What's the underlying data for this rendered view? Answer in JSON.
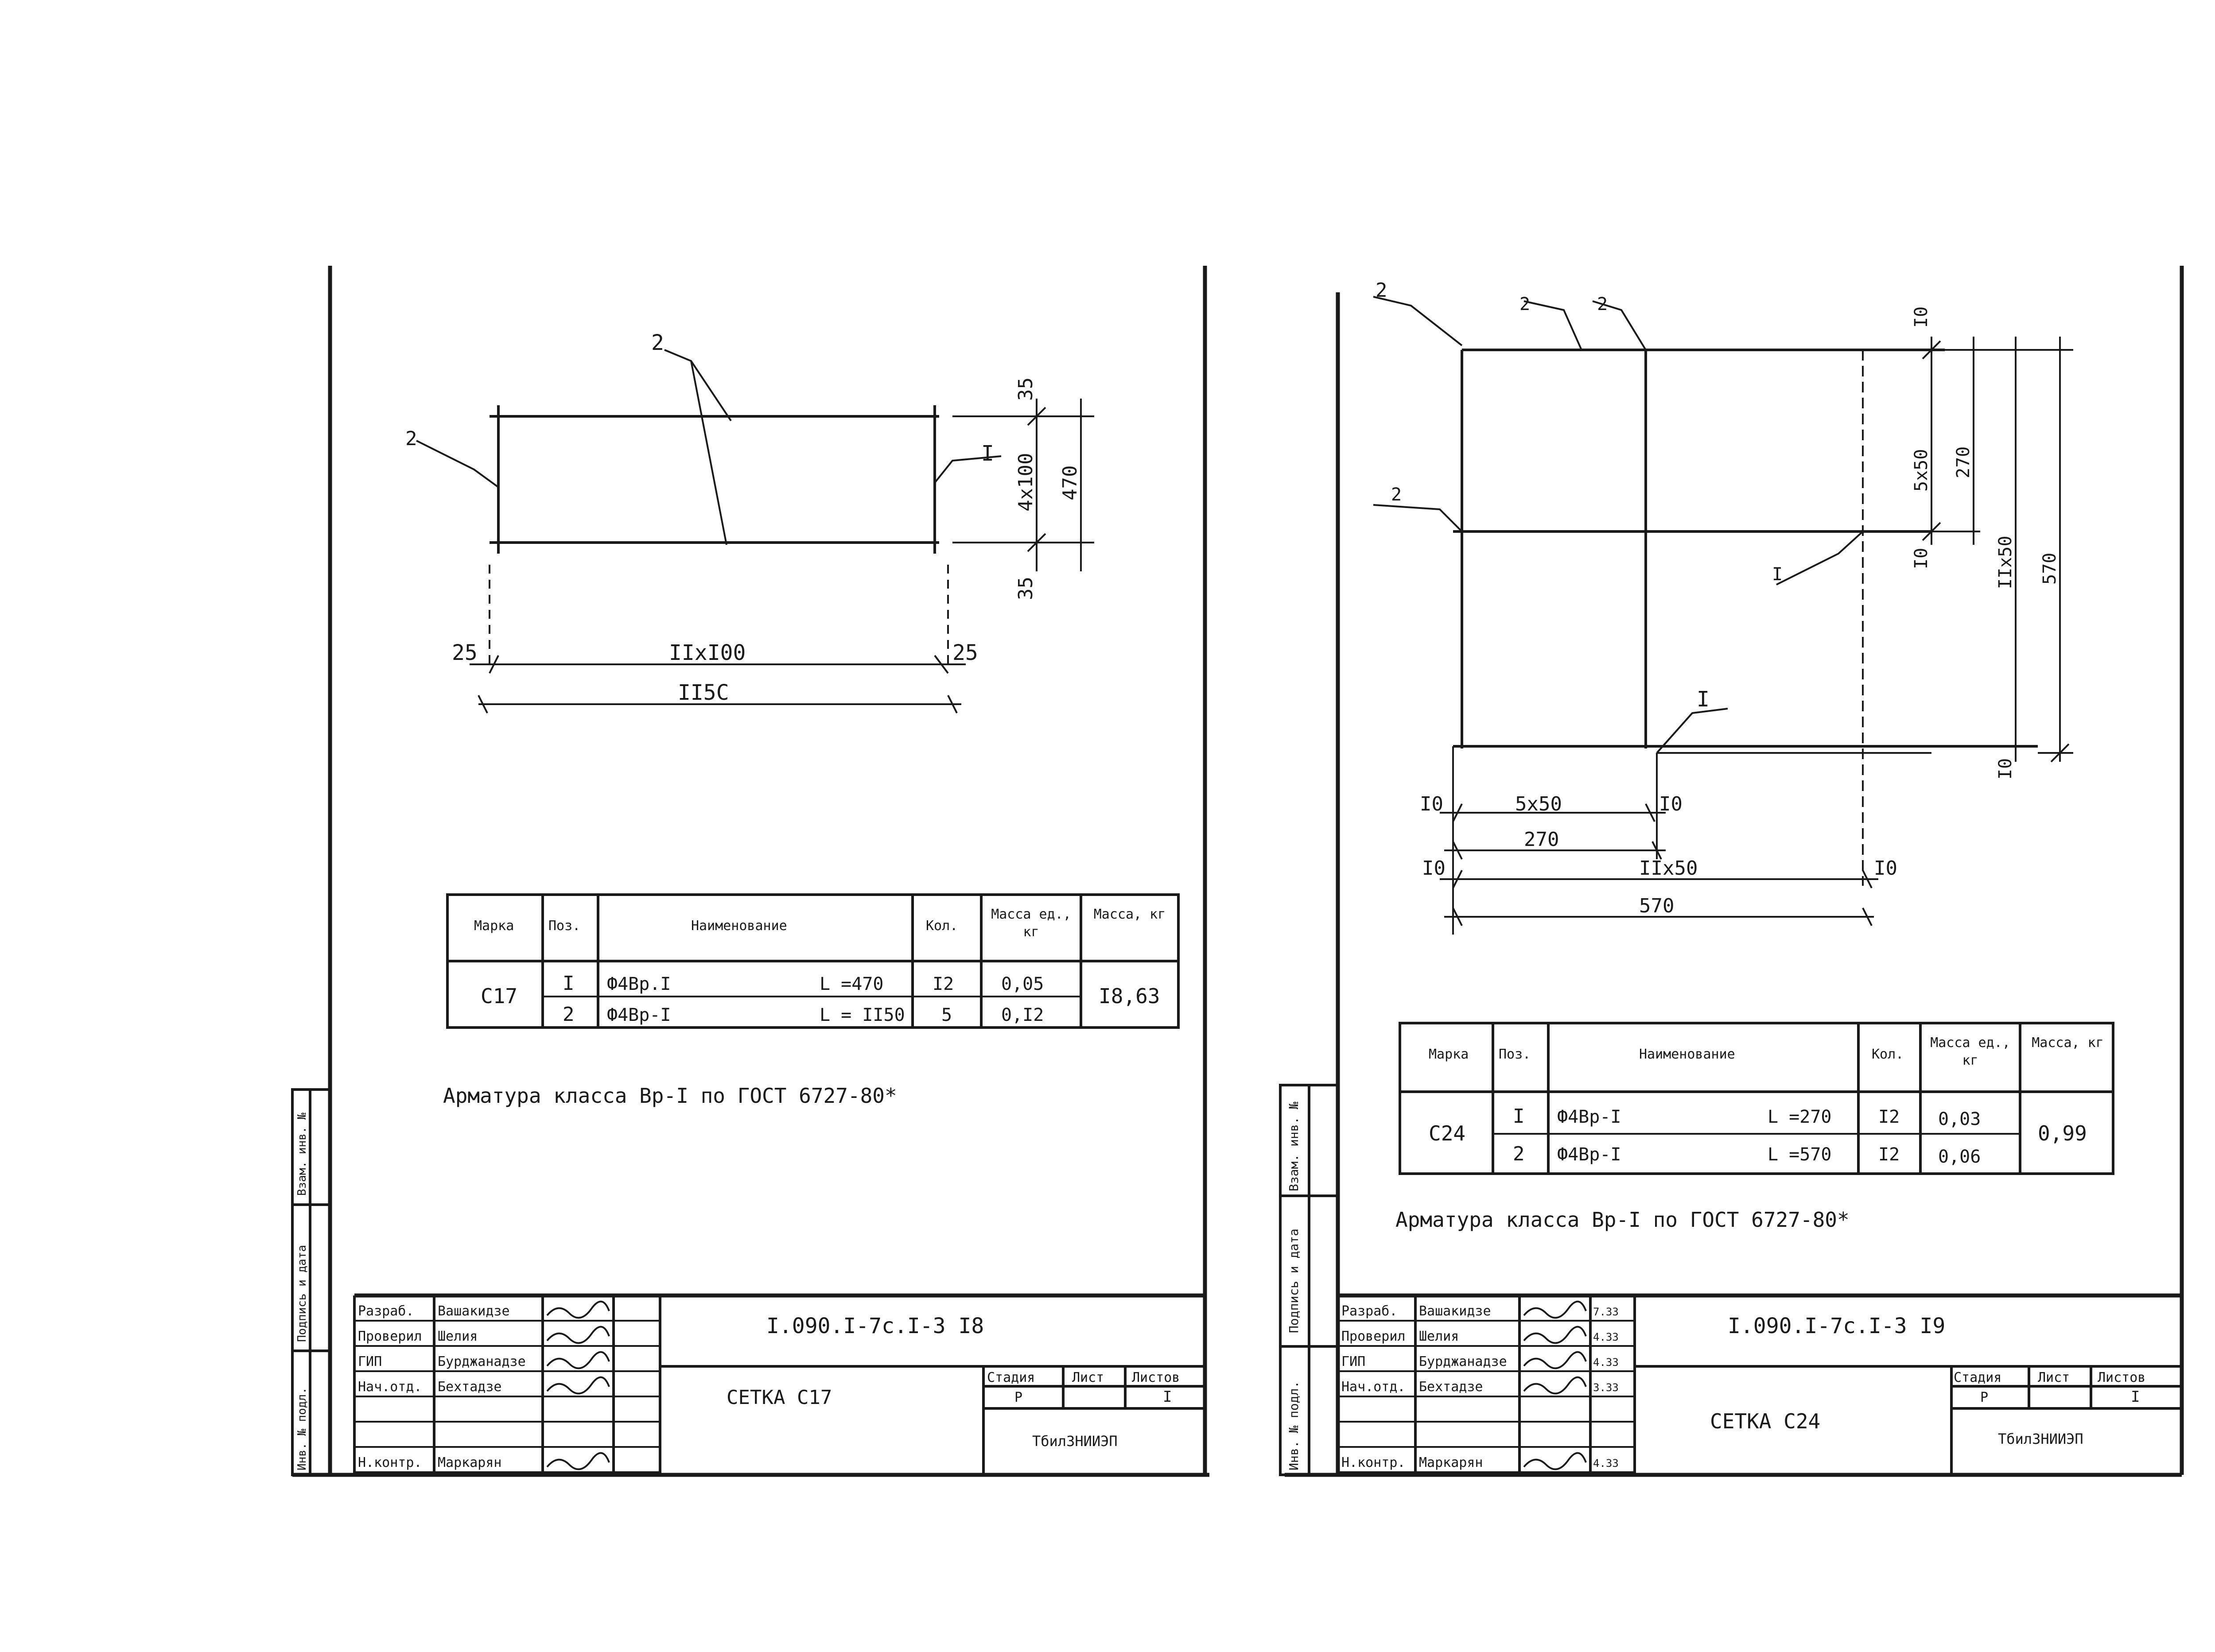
{
  "sheets": [
    {
      "dims": {
        "top35": "35",
        "grid4x100": "4x100",
        "h470": "470",
        "bot35": "35",
        "left25": "25",
        "mid11x100": "IIxI00",
        "right25": "25",
        "total1150": "II5C"
      },
      "labels": {
        "pos2": "2",
        "pos1": "I",
        "posLeft": "2"
      },
      "table": {
        "headers": {
          "mark": "Марка",
          "pos": "Поз.",
          "name": "Наименование",
          "qty": "Кол.",
          "unit_mass": "Масса ед., кг",
          "total_mass": "Масса, кг"
        },
        "mark": "С17",
        "total": "I8,63",
        "rows": [
          {
            "pos": "I",
            "name": "Ф4Вр.I",
            "len": "L =470",
            "qty": "I2",
            "mass": "0,05"
          },
          {
            "pos": "2",
            "name": "Ф4Вр-I",
            "len": "L = II50",
            "qty": "5",
            "mass": "0,I2"
          }
        ]
      },
      "note": "Арматура класса Вр-I по ГОСТ 6727-80*",
      "stamp": {
        "code": "I.090.I-7c.I-3 I8",
        "title": "СЕТКА С17",
        "stage_h": "Стадия",
        "sheet_h": "Лист",
        "sheets_h": "Листов",
        "stage": "Р",
        "sheet": "",
        "sheets": "I",
        "org": "ТбилЗНИИЭП",
        "roles": [
          "Разраб.",
          "Проверил",
          "ГИП",
          "Нач.отд.",
          "",
          "",
          "Н.контр."
        ],
        "names": [
          "Вашакидзе",
          "Шелия",
          "Бурджанадзе",
          "Бехтадзе",
          "",
          "",
          "Маркарян"
        ],
        "dates": [
          "",
          "",
          "",
          "",
          "",
          "",
          ""
        ]
      },
      "side": [
        "Взам. инв. №",
        "Подпись и дата",
        "Инв. № подл."
      ]
    },
    {
      "dims": {
        "top10": "I0",
        "grid5x50": "5x50",
        "h270": "270",
        "mid10": "I0",
        "grid11x50": "IIx50",
        "h570": "570",
        "bot10": "I0",
        "bl10": "I0",
        "b5x50": "5x50",
        "br10": "I0",
        "b270": "270",
        "cl10": "I0",
        "c11x50": "IIx50",
        "cr10": "I0",
        "c570": "570"
      },
      "labels": {
        "posA": "2",
        "posB": "2",
        "posC": "2",
        "posD": "2",
        "posE": "I",
        "posF": "I"
      },
      "table": {
        "headers": {
          "mark": "Марка",
          "pos": "Поз.",
          "name": "Наименование",
          "qty": "Кол.",
          "unit_mass": "Масса ед., кг",
          "total_mass": "Масса, кг"
        },
        "mark": "С24",
        "total": "0,99",
        "rows": [
          {
            "pos": "I",
            "name": "Ф4Вр-I",
            "len": "L =270",
            "qty": "I2",
            "mass": "0,03"
          },
          {
            "pos": "2",
            "name": "Ф4Вр-I",
            "len": "L =570",
            "qty": "I2",
            "mass": "0,06"
          }
        ]
      },
      "note": "Арматура класса Вр-I по ГОСТ 6727-80*",
      "stamp": {
        "code": "I.090.I-7c.I-3 I9",
        "title": "СЕТКА С24",
        "stage_h": "Стадия",
        "sheet_h": "Лист",
        "sheets_h": "Листов",
        "stage": "Р",
        "sheet": "",
        "sheets": "I",
        "org": "ТбилЗНИИЭП",
        "roles": [
          "Разраб.",
          "Проверил",
          "ГИП",
          "Нач.отд.",
          "",
          "",
          "Н.контр."
        ],
        "names": [
          "Вашакидзе",
          "Шелия",
          "Бурджанадзе",
          "Бехтадзе",
          "",
          "",
          "Маркарян"
        ],
        "dates": [
          "7.33",
          "4.33",
          "4.33",
          "3.33",
          "",
          "",
          "4.33"
        ]
      },
      "side": [
        "Взам. инв. №",
        "Подпись и дата",
        "Инв. № подл."
      ]
    }
  ]
}
